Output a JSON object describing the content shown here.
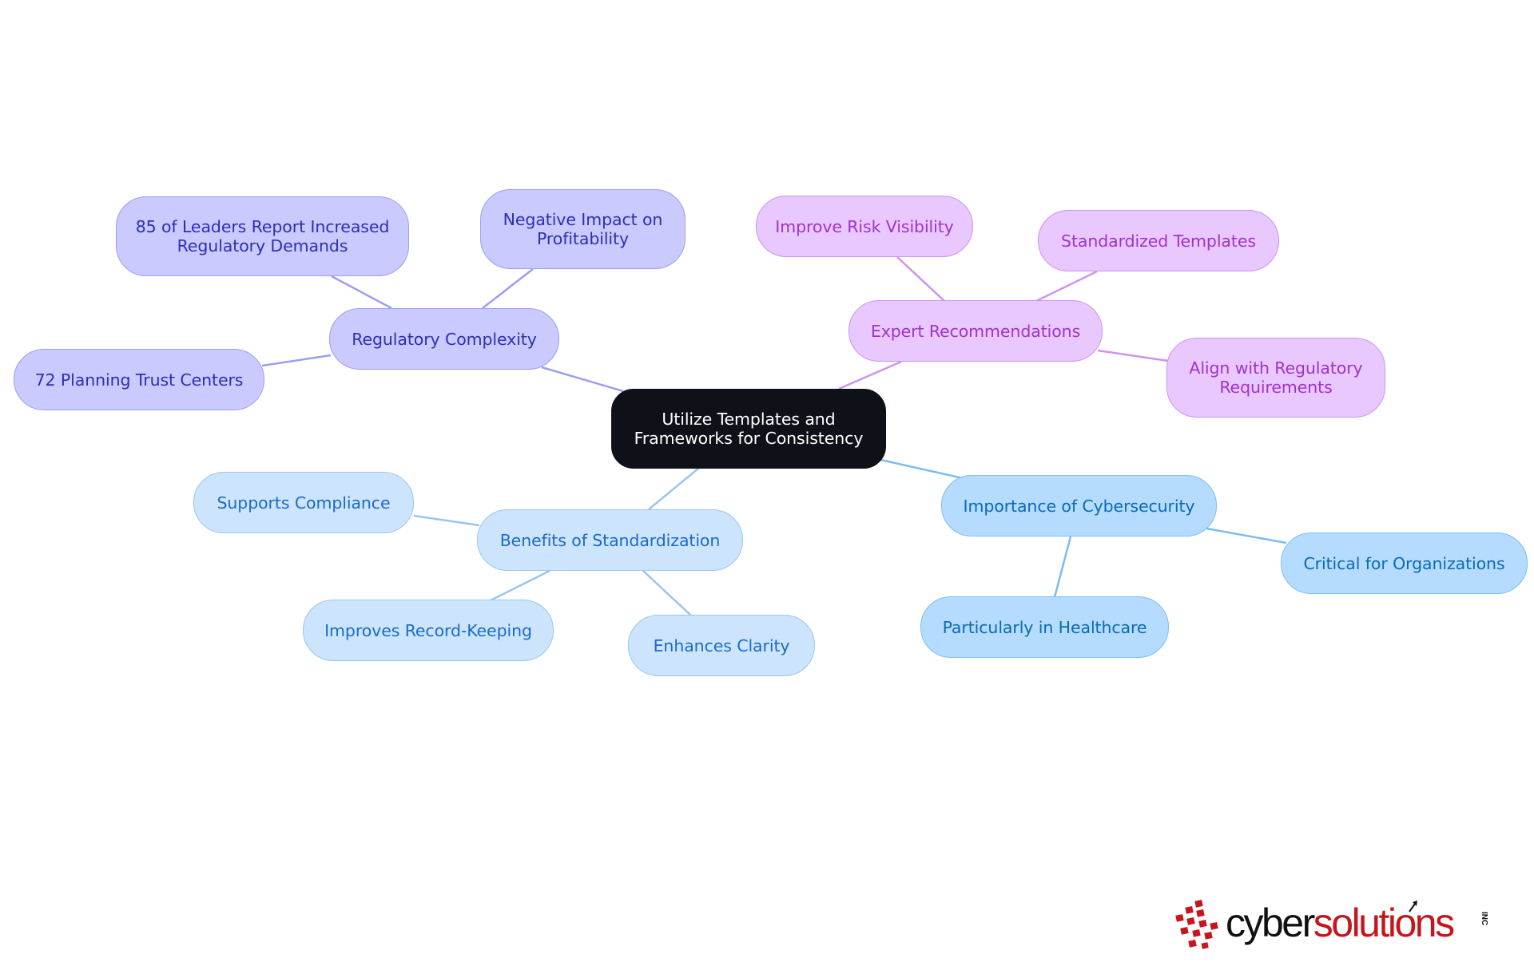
{
  "diagram": {
    "root": "Utilize Templates and\nFrameworks for Consistency",
    "branches": [
      {
        "id": "regulatory",
        "label": "Regulatory Complexity",
        "color": "#9c9ef3",
        "children": [
          "85 of Leaders Report Increased\nRegulatory Demands",
          "Negative Impact on\nProfitability",
          "72 Planning Trust Centers"
        ]
      },
      {
        "id": "expert",
        "label": "Expert Recommendations",
        "color": "#cd93f0",
        "children": [
          "Improve Risk Visibility",
          "Standardized Templates",
          "Align with Regulatory\nRequirements"
        ]
      },
      {
        "id": "benefits",
        "label": "Benefits of Standardization",
        "color": "#99c5f2",
        "children": [
          "Supports Compliance",
          "Improves Record-Keeping",
          "Enhances Clarity"
        ]
      },
      {
        "id": "cyber",
        "label": "Importance of Cybersecurity",
        "color": "#7ebdf1",
        "children": [
          "Critical for Organizations",
          "Particularly in Healthcare"
        ]
      }
    ]
  },
  "logo": {
    "word_dark": "cyber",
    "word_red": "solutions",
    "suffix": "INC",
    "colors": {
      "dark": "#111111",
      "red": "#c4161c"
    }
  }
}
